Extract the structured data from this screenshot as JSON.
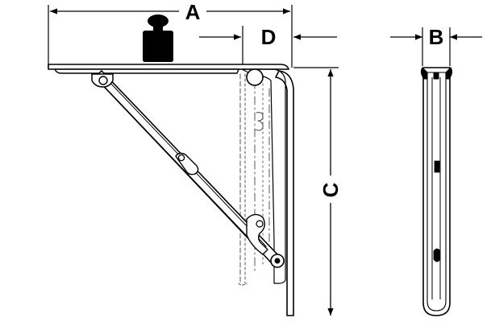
{
  "dimensions": {
    "a": "A",
    "b": "B",
    "c": "C",
    "d": "D"
  },
  "icons": {
    "weight": "weight-icon"
  },
  "colors": {
    "ink": "#000000",
    "paper": "#ffffff",
    "hidden_line": "#555555"
  }
}
